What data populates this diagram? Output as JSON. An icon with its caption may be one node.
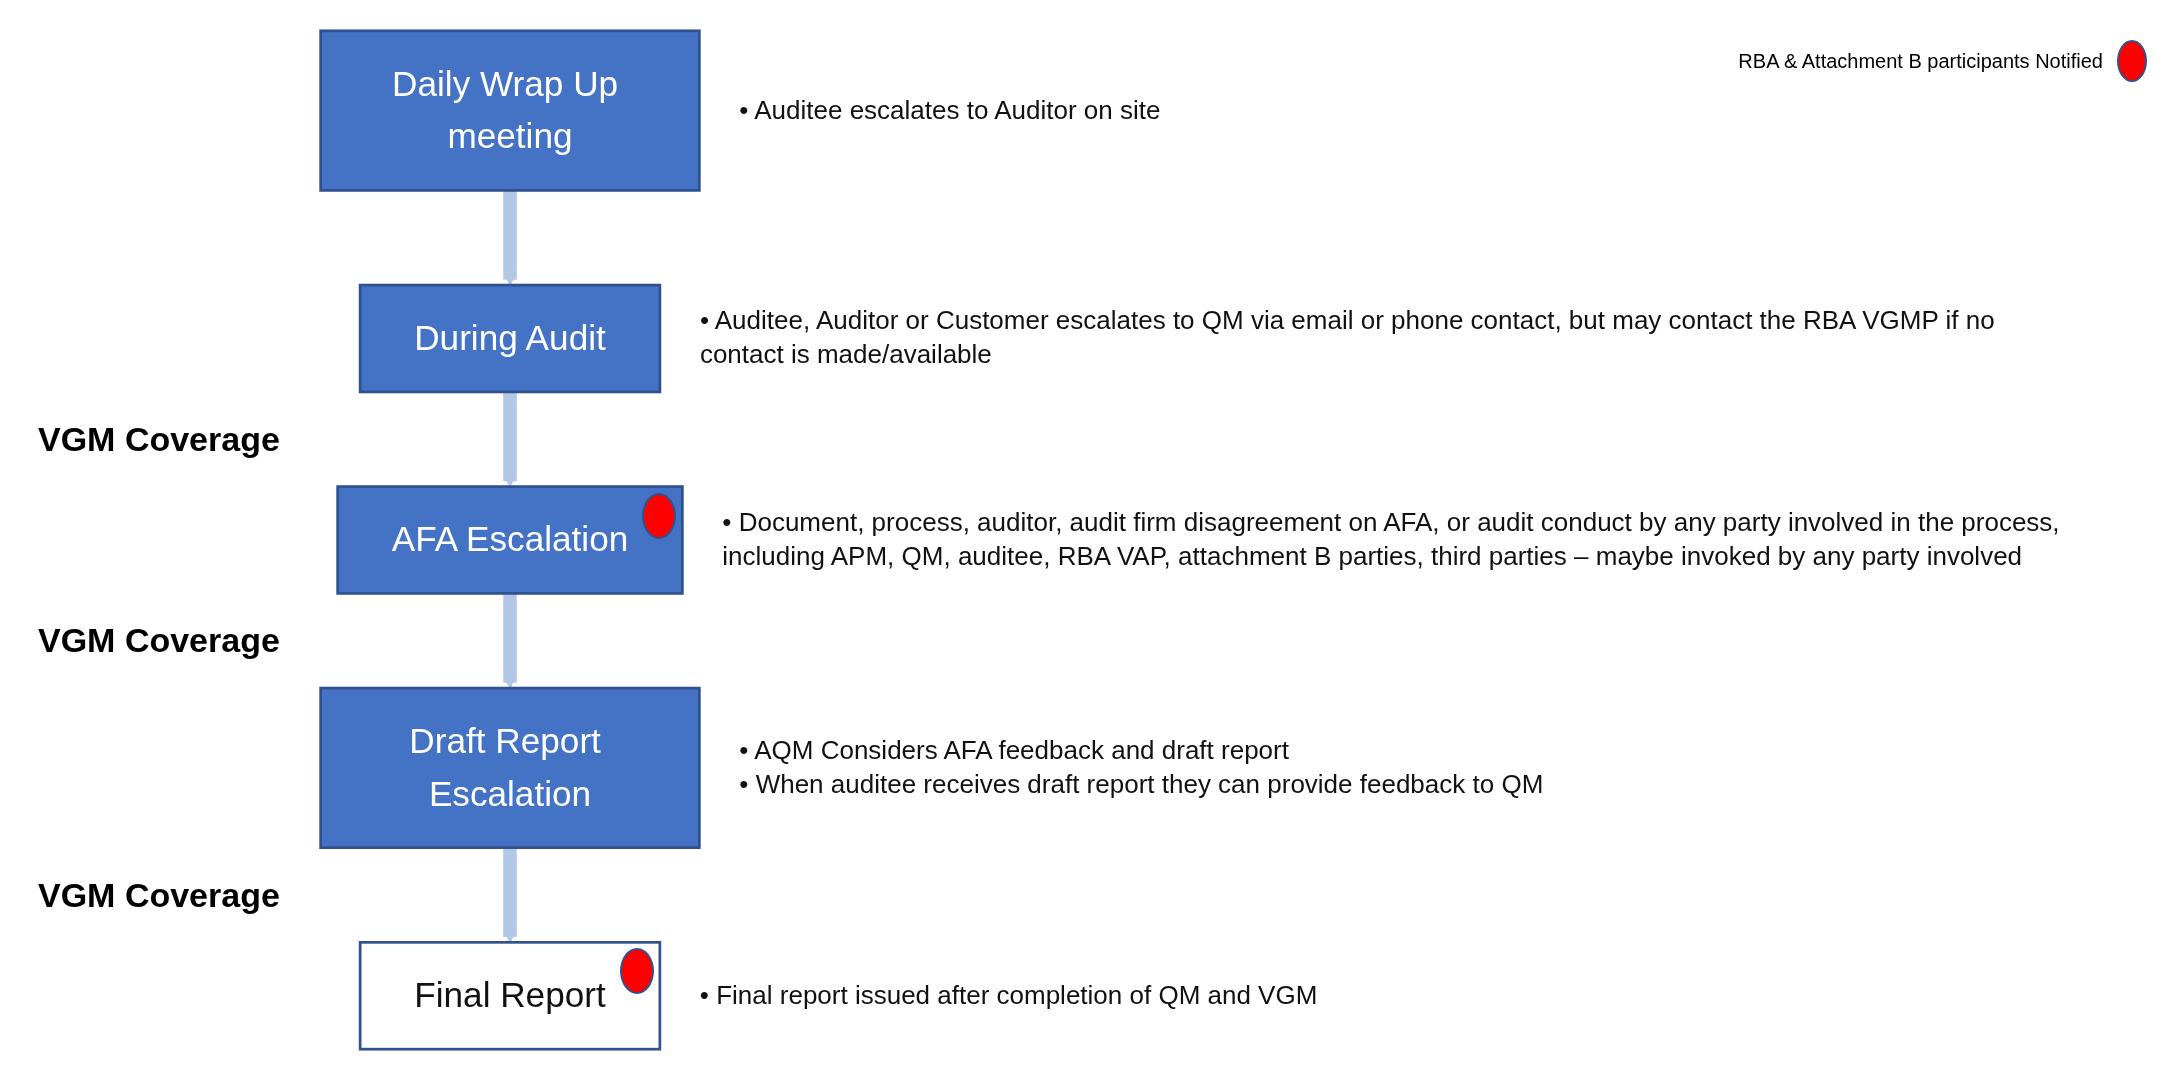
{
  "diagram": {
    "nodes": [
      {
        "text": [
          "Daily Wrap Up meeting"
        ],
        "beside": [
          "• Auditee escalates to Auditor on site"
        ]
      },
      {
        "text": [
          "During Audit"
        ],
        "beside": [
          "• Auditee, Auditor or Customer escalates to QM via email or phone contact, but may contact the RBA VGMP if no contact is made/available"
        ]
      },
      {
        "text": [
          "AFA Escalation"
        ],
        "beside": [
          "• Document, process, auditor, audit firm disagreement on AFA, or audit conduct by any party involved in the process, including APM, QM, auditee, RBA VAP,  attachment B parties, third parties – maybe invoked by any party involved"
        ]
      },
      {
        "text": [
          "Draft Report Escalation"
        ],
        "beside": [
          "• AQM Considers AFA feedback and draft report",
          "• When auditee receives draft report they can provide feedback to QM"
        ]
      },
      {
        "text": [
          "Final Report"
        ],
        "beside": [
          "• Final report issued after completion of QM and VGM"
        ]
      }
    ],
    "edges": [
      {
        "from": 0,
        "to": 1,
        "arrow": "to"
      },
      {
        "from": 1,
        "to": 2,
        "arrow": "to"
      },
      {
        "from": 2,
        "to": 3,
        "arrow": "to"
      },
      {
        "from": 3,
        "to": 4,
        "arrow": "to"
      }
    ],
    "labels": [
      "VGM Coverage",
      "VGM Coverage",
      "VGM Coverage"
    ],
    "legend": [
      {
        "text": "RBA & Attachment B participants Notified",
        "color": "#ff0000"
      }
    ]
  }
}
